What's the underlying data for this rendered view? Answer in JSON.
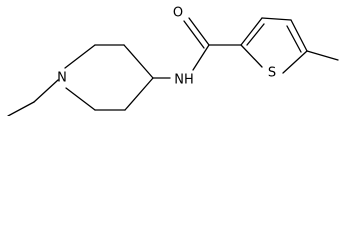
{
  "molecule": {
    "atoms": {
      "oxygen": "O",
      "sulfur": "S",
      "amide_nitrogen": "NH",
      "ring_nitrogen": "N"
    },
    "colors": {
      "bond": "#000000",
      "label": "#000000",
      "background": "#ffffff"
    }
  }
}
